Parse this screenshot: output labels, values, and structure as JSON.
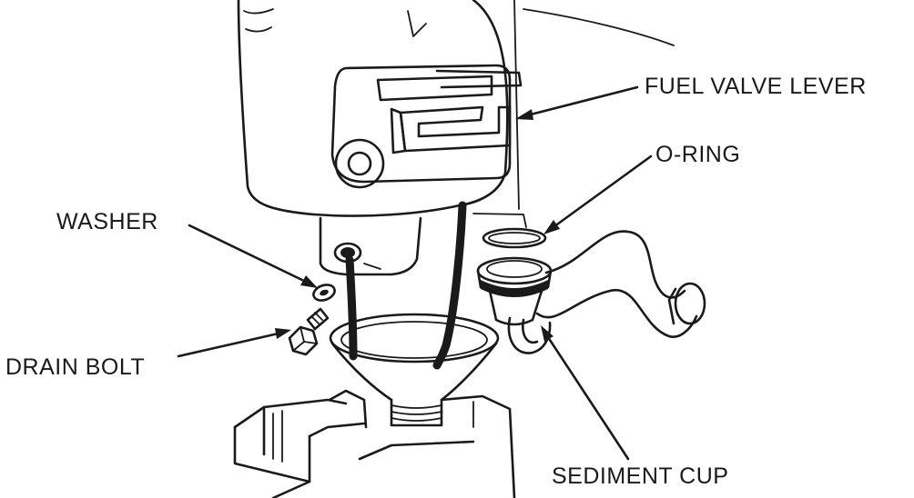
{
  "diagram": {
    "labels": {
      "fuel_valve_lever": "FUEL VALVE LEVER",
      "o_ring": "O-RING",
      "washer": "WASHER",
      "drain_bolt": "DRAIN BOLT",
      "sediment_cup": "SEDIMENT CUP"
    },
    "colors": {
      "ink": "#1a1a1a",
      "background": "#ffffff"
    }
  }
}
